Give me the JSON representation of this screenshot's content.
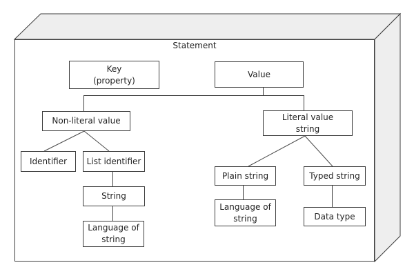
{
  "diagram": {
    "title": "Statement",
    "type": "tree-inside-3d-slab",
    "colors": {
      "background": "#ffffff",
      "slab_face_fill": "#eeeeee",
      "node_fill": "#ffffff",
      "line": "#3c3c3c",
      "text": "#1f1f1f"
    },
    "nodes": {
      "key": {
        "lines": [
          "Key",
          "(property)"
        ]
      },
      "value": {
        "lines": [
          "Value"
        ]
      },
      "non_literal_value": {
        "lines": [
          "Non-literal value"
        ]
      },
      "literal_value_string": {
        "lines": [
          "Literal value",
          "string"
        ]
      },
      "identifier": {
        "lines": [
          "Identifier"
        ]
      },
      "list_identifier": {
        "lines": [
          "List identifier"
        ]
      },
      "string": {
        "lines": [
          "String"
        ]
      },
      "language_of_string_left": {
        "lines": [
          "Language of",
          "string"
        ]
      },
      "plain_string": {
        "lines": [
          "Plain string"
        ]
      },
      "typed_string": {
        "lines": [
          "Typed string"
        ]
      },
      "language_of_string_right": {
        "lines": [
          "Language of",
          "string"
        ]
      },
      "data_type": {
        "lines": [
          "Data type"
        ]
      }
    },
    "edges": [
      {
        "from": "value",
        "to": "non_literal_value"
      },
      {
        "from": "value",
        "to": "literal_value_string"
      },
      {
        "from": "non_literal_value",
        "to": "identifier"
      },
      {
        "from": "non_literal_value",
        "to": "list_identifier"
      },
      {
        "from": "list_identifier",
        "to": "string"
      },
      {
        "from": "string",
        "to": "language_of_string_left"
      },
      {
        "from": "literal_value_string",
        "to": "plain_string"
      },
      {
        "from": "literal_value_string",
        "to": "typed_string"
      },
      {
        "from": "plain_string",
        "to": "language_of_string_right"
      },
      {
        "from": "typed_string",
        "to": "data_type"
      }
    ]
  }
}
